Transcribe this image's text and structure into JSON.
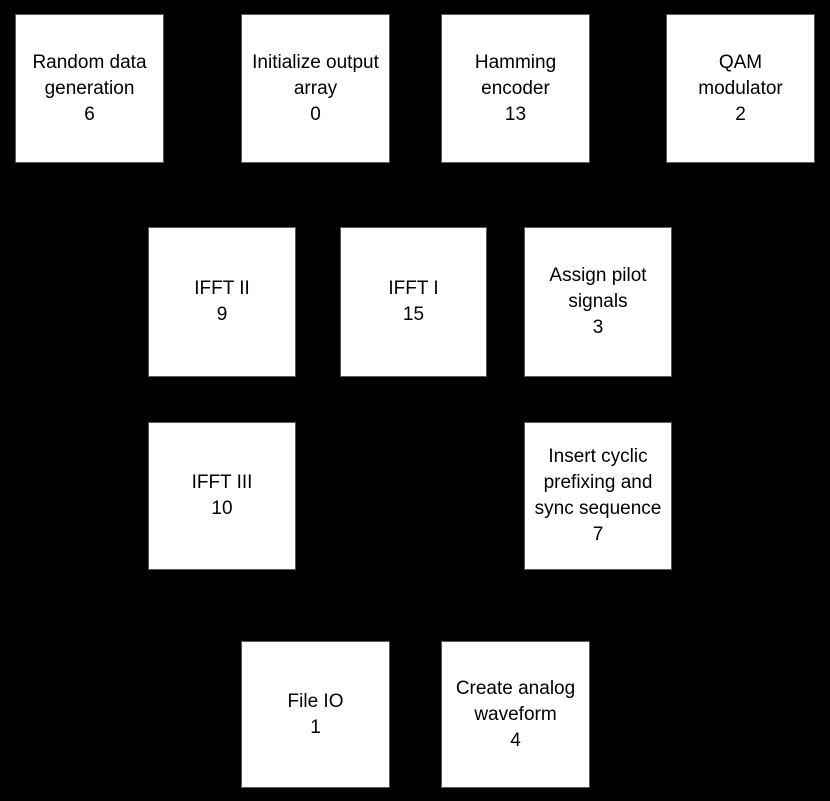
{
  "diagram": {
    "colors": {
      "background": "#000000",
      "node_fill": "#ffffff",
      "node_border": "#5a5a5a",
      "text": "#000000"
    },
    "nodes": [
      {
        "label": "Random data generation",
        "value": "6"
      },
      {
        "label": "Initialize output array",
        "value": "0"
      },
      {
        "label": "Hamming encoder",
        "value": "13"
      },
      {
        "label": "QAM modulator",
        "value": "2"
      },
      {
        "label": "IFFT II",
        "value": "9"
      },
      {
        "label": "IFFT I",
        "value": "15"
      },
      {
        "label": "Assign pilot signals",
        "value": "3"
      },
      {
        "label": "IFFT III",
        "value": "10"
      },
      {
        "label": "Insert cyclic prefixing and sync sequence",
        "value": "7"
      },
      {
        "label": "File IO",
        "value": "1"
      },
      {
        "label": "Create analog waveform",
        "value": "4"
      }
    ]
  }
}
